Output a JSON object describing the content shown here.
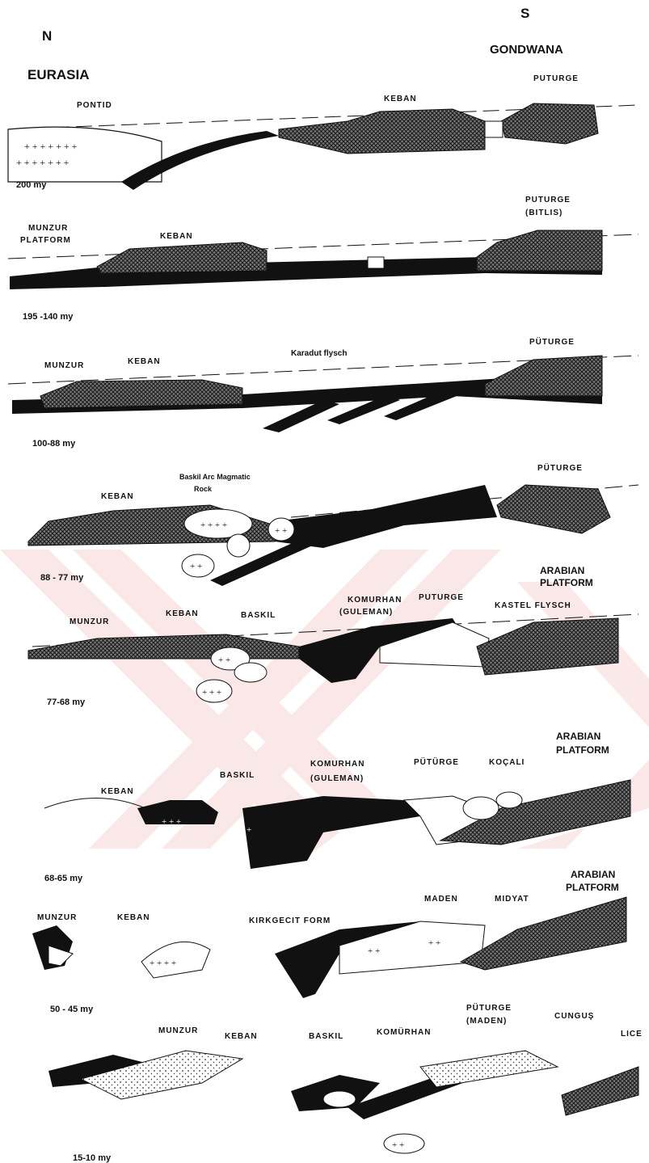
{
  "header": {
    "north": "N",
    "south": "S",
    "eurasia": "EURASIA",
    "gondwana": "GONDWANA"
  },
  "panels": [
    {
      "age": "200 my",
      "labels": [
        "PONTID",
        "KEBAN",
        "PUTURGE"
      ]
    },
    {
      "age": "195 -140 my",
      "labels": [
        "MUNZUR",
        "PLATFORM",
        "KEBAN",
        "PUTURGE",
        "(BITLIS)"
      ]
    },
    {
      "age": "100-88 my",
      "labels": [
        "MUNZUR",
        "KEBAN",
        "Karadut flysch",
        "PÜTURGE"
      ]
    },
    {
      "age": "88 - 77 my",
      "labels": [
        "KEBAN",
        "Baskil Arc Magmatic",
        "Rock",
        "PÜTURGE"
      ]
    },
    {
      "age": "77-68 my",
      "labels": [
        "MUNZUR",
        "KEBAN",
        "BASKIL",
        "KOMURHAN",
        "PUTURGE",
        "(GULEMAN)",
        "ARABIAN",
        "PLATFORM",
        "KASTEL FLYSCH"
      ]
    },
    {
      "age": "68-65 my",
      "labels": [
        "KEBAN",
        "BASKIL",
        "KOMURHAN",
        "(GULEMAN)",
        "PÜTÜRGE",
        "KOÇALI",
        "ARABIAN",
        "PLATFORM"
      ]
    },
    {
      "age": "50 - 45 my",
      "labels": [
        "MUNZUR",
        "KEBAN",
        "KIRKGECIT FORM",
        "MADEN",
        "MIDYAT",
        "ARABIAN",
        "PLATFORM"
      ]
    },
    {
      "age": "15-10 my",
      "labels": [
        "MUNZUR",
        "KEBAN",
        "BASKIL",
        "KOMÜRHAN",
        "PÜTURGE",
        "(MADEN)",
        "CUNGUŞ",
        "LICE"
      ]
    }
  ],
  "colors": {
    "ink": "#111111",
    "watermark": "#f7d6d6"
  }
}
